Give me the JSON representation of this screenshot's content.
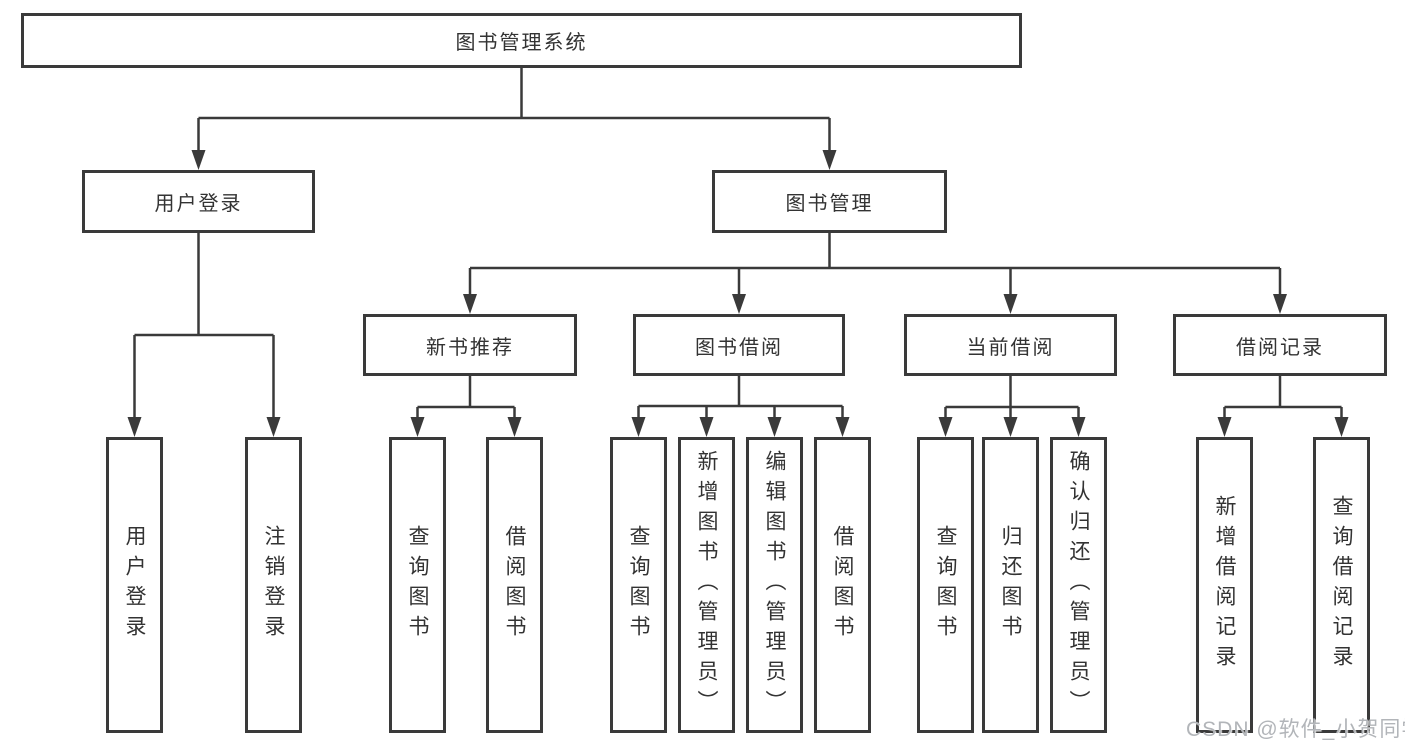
{
  "diagram": {
    "type": "tree",
    "root": {
      "label": "图书管理系统"
    },
    "level2": [
      {
        "label": "用户登录",
        "children": [
          "用户登录",
          "注销登录"
        ]
      },
      {
        "label": "图书管理"
      }
    ],
    "level3": [
      {
        "label": "新书推荐",
        "children": [
          "查询图书",
          "借阅图书"
        ]
      },
      {
        "label": "图书借阅",
        "children": [
          "查询图书",
          "新增图书（管理员）",
          "编辑图书（管理员）",
          "借阅图书"
        ]
      },
      {
        "label": "当前借阅",
        "children": [
          "查询图书",
          "归还图书",
          "确认归还（管理员）"
        ]
      },
      {
        "label": "借阅记录",
        "children": [
          "新增借阅记录",
          "查询借阅记录"
        ]
      }
    ]
  },
  "watermark": "CSDN @软件_小贺同学",
  "colors": {
    "line": "#3a3a3a",
    "text": "#333333",
    "background": "#ffffff",
    "watermark": "#b2b5b9"
  }
}
